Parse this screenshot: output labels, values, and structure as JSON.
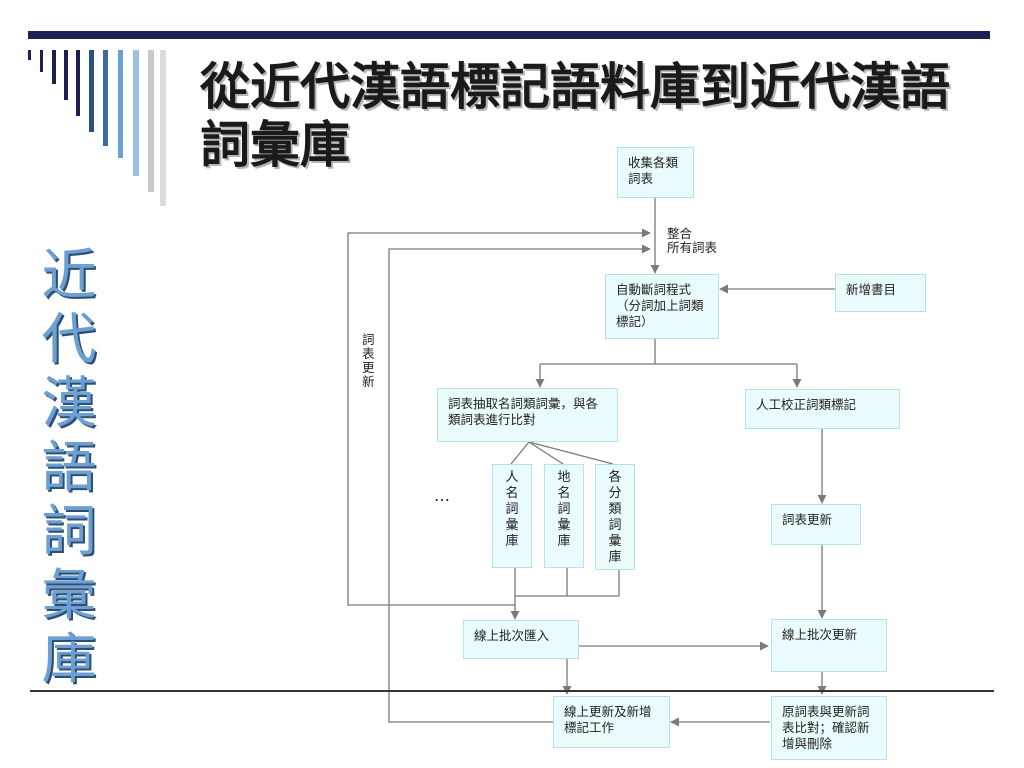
{
  "title": "從近代漢語標記語料庫到近代漢語詞彙庫",
  "vertical_title": "近代漢語詞彙庫",
  "colors": {
    "navy": "#1c2050",
    "accent_blue": "#6c9fd3",
    "box_fill": "#e9fbfc",
    "box_border": "#b6e3ea",
    "arrow": "#7a7a7a"
  },
  "flow": {
    "collect": "收集各類詞表",
    "integrate_label": "整合\n所有詞表",
    "auto_segment": "自動斷詞程式（分詞加上詞類標記）",
    "new_books": "新增書目",
    "extract_compare": "詞表抽取名詞類詞彙，與各類詞表進行比對",
    "manual_correct": "人工校正詞類標記",
    "db_person": "人名詞彙庫",
    "db_place": "地名詞彙庫",
    "db_category": "各分類詞彙庫",
    "ellipsis": "…",
    "list_update_right": "詞表更新",
    "list_update_left": "詞表更新",
    "batch_import": "線上批次匯入",
    "batch_update": "線上批次更新",
    "online_update_tag": "線上更新及新增標記工作",
    "compare_confirm": "原詞表與更新詞表比對；確認新增與刪除"
  }
}
